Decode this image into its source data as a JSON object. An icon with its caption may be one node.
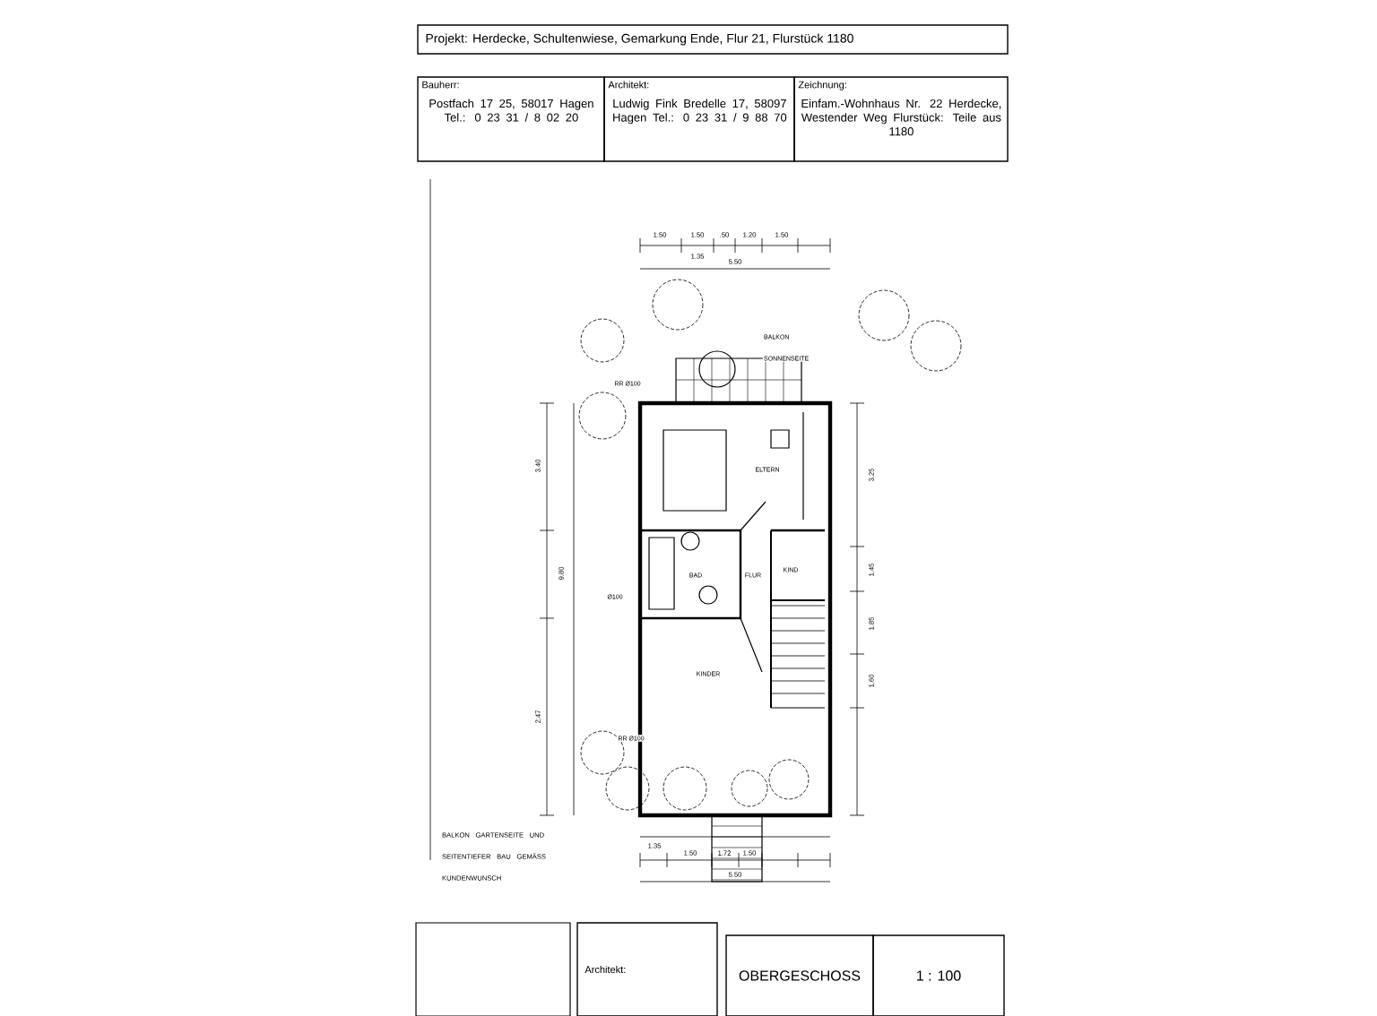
{
  "diagram": {
    "nodes": [
      {
        "text": [
          "Projekt: Herdecke, Schultenwiese, Gemarkung Ende, Flur 21, Flurstück 1180"
        ]
      },
      {
        "text": [
          "Bauherr:",
          "Postfach 17 25, 58017 Hagen Tel.: 0 23 31 / 8 02 20"
        ]
      },
      {
        "text": [
          "Architekt:",
          "Ludwig Fink Bredelle 17, 58097 Hagen Tel.: 0 23 31 / 9 88 70"
        ]
      },
      {
        "text": [
          "Zeichnung:",
          "Einfam.-Wohnhaus Nr. 22 Herdecke, Westender Weg Flurstück: Teile aus 1180"
        ]
      },
      {
        "text": [
          "Architekt:"
        ]
      },
      {
        "text": [
          "OBERGESCHOSS"
        ]
      },
      {
        "text": [
          "1 : 100"
        ]
      }
    ],
    "labels": [
      "BALKON SONNENSEITE",
      "RR Ø100",
      "ELTERN",
      "KIND",
      "BAD",
      "FLUR",
      "Ø100",
      "KINDER",
      "RR Ø100",
      "BALKON GARTENSEITE UND SEITENTIEFER BAU GEMÄSS KUNDENWUNSCH",
      "1.50",
      "1.50",
      "1.35",
      ".50",
      "1.20",
      "1.50",
      "5.50",
      "3.40",
      "9.80",
      "2.47",
      "3.25",
      "1.45",
      "1.85",
      "1.60",
      "1.35",
      "1.50",
      "1.72",
      "1.50",
      "5.50"
    ]
  }
}
